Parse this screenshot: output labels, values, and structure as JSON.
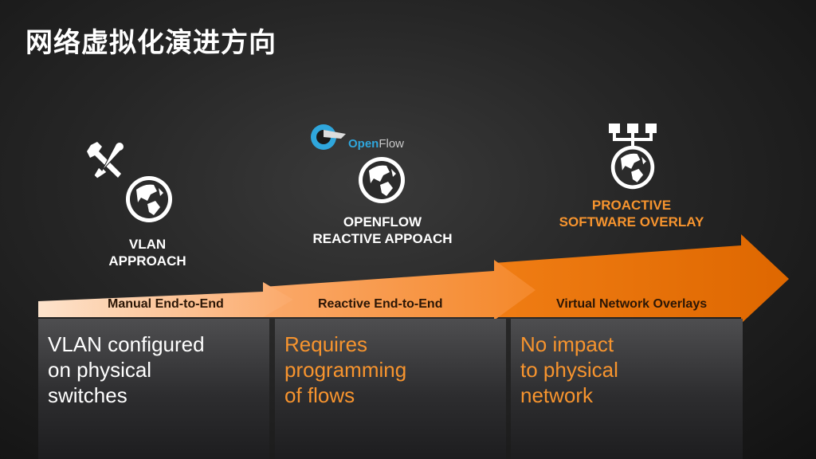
{
  "slide": {
    "title": "网络虚拟化演进方向"
  },
  "stages": [
    {
      "heading": "VLAN\nAPPROACH",
      "arrow_label": "Manual End-to-End",
      "description": "VLAN configured\non physical\nswitches",
      "icons": [
        "tools-icon",
        "globe-icon"
      ]
    },
    {
      "heading": "OPENFLOW\nREACTIVE  APPOACH",
      "arrow_label": "Reactive End-to-End",
      "description": "Requires\nprogramming\nof flows",
      "icons": [
        "openflow-logo",
        "globe-icon"
      ]
    },
    {
      "heading": "PROACTIVE\nSOFTWARE OVERLAY",
      "arrow_label": "Virtual Network Overlays",
      "description": "No impact\nto physical\nnetwork",
      "icons": [
        "network-tree-icon",
        "globe-icon"
      ]
    }
  ],
  "openflow_logo": {
    "open": "Open",
    "flow": "Flow"
  },
  "colors": {
    "arrow_light": "#fbb480",
    "arrow_mid": "#f5892a",
    "arrow_dark": "#e06a00",
    "accent_orange": "#f7942e",
    "panel": "#3a3a3c"
  }
}
